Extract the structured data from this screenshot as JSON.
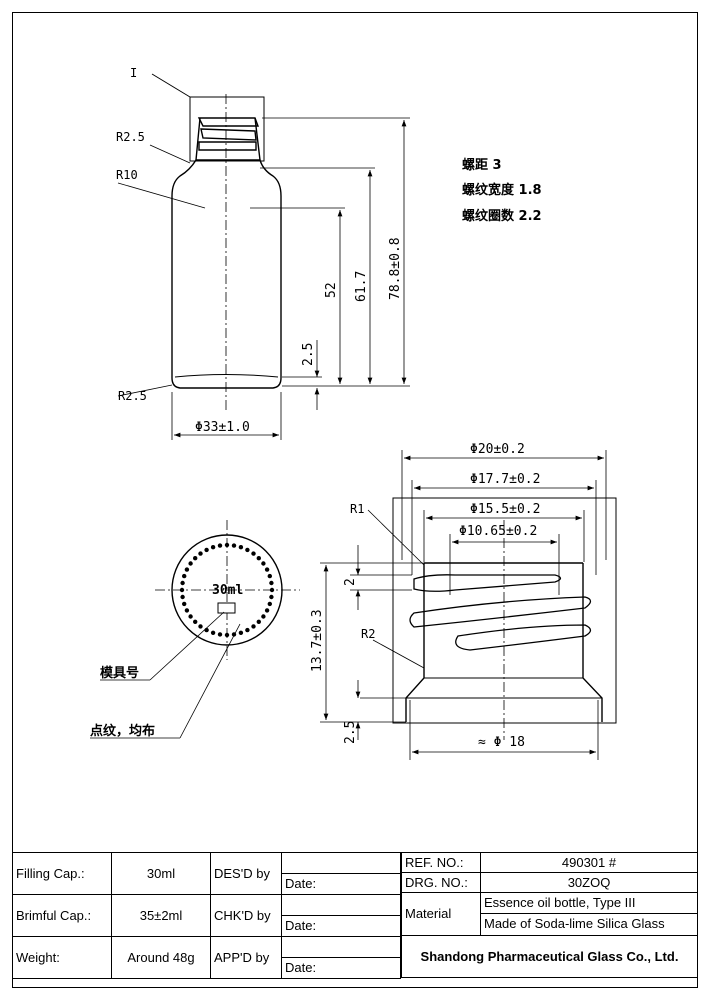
{
  "drawing": {
    "ref_mark": "I",
    "labels": {
      "r25_top": "R2.5",
      "r10": "R10",
      "r25_bottom": "R2.5",
      "r1": "R1",
      "r2": "R2"
    },
    "dims": {
      "height_total": "78.8±0.8",
      "height_617": "61.7",
      "height_52": "52",
      "height_25": "2.5",
      "body_diameter": "Φ33±1.0",
      "finish_d1": "Φ20±0.2",
      "finish_d2": "Φ17.7±0.2",
      "finish_d3": "Φ15.5±0.2",
      "finish_d4": "Φ10.65±0.2",
      "finish_height": "13.7±0.3",
      "finish_2": "2",
      "finish_25": "2.5",
      "finish_bottom": "≈ Φ 18"
    },
    "thread_notes": [
      "螺距 3",
      "螺纹宽度 1.8",
      "螺纹圈数 2.2"
    ],
    "bottom_view": {
      "capacity_mark": "30ml",
      "mold_number_note": "模具号",
      "dots_note": "点纹，均布"
    }
  },
  "title_block": {
    "filling_cap_label": "Filling Cap.:",
    "filling_cap_value": "30ml",
    "brimful_cap_label": "Brimful Cap.:",
    "brimful_cap_value": "35±2ml",
    "weight_label": "Weight:",
    "weight_value": "Around 48g",
    "des_label": "DES'D by",
    "chk_label": "CHK'D by",
    "app_label": "APP'D by",
    "date_label": "Date:",
    "ref_no_label": "REF. NO.:",
    "ref_no_value": "490301 #",
    "drg_no_label": "DRG. NO.:",
    "drg_no_value": "30ZOQ",
    "material_label": "Material",
    "material_line1": "Essence oil bottle, Type III",
    "material_line2": "Made of Soda-lime Silica Glass",
    "company": "Shandong Pharmaceutical Glass Co., Ltd."
  }
}
